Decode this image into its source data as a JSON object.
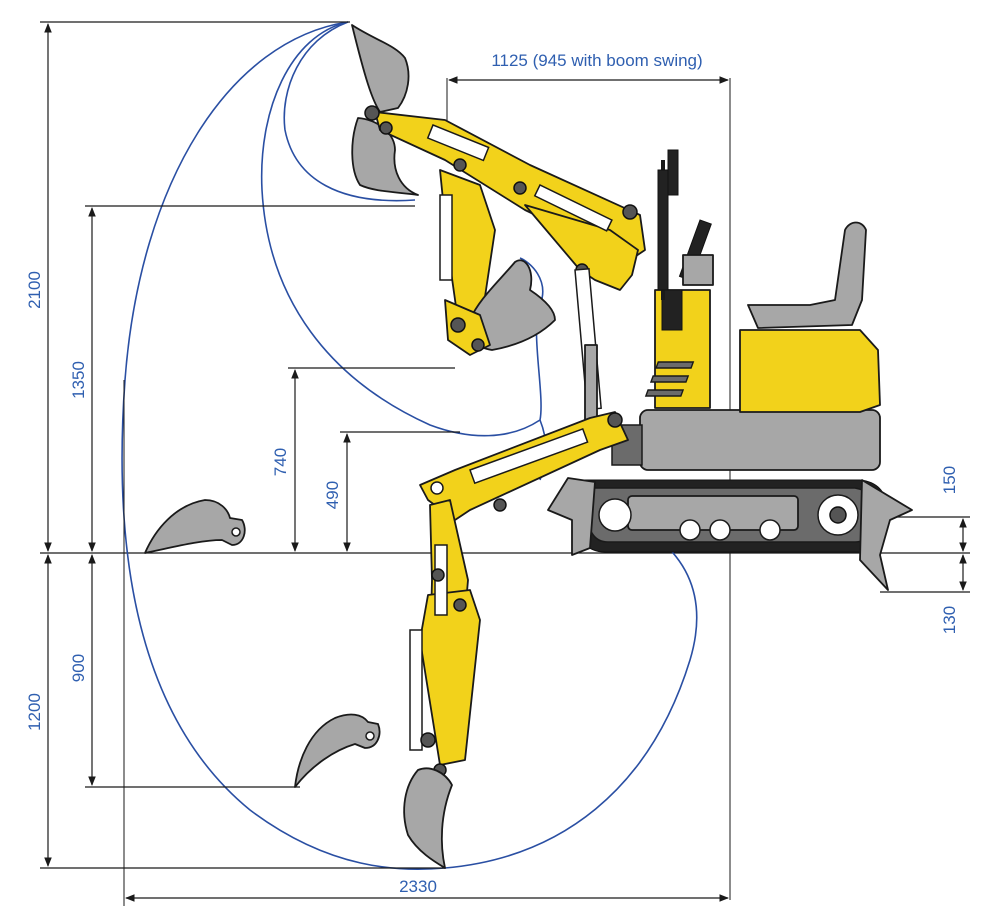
{
  "dimensions": {
    "dig_height": "2100",
    "dump_height": "1350",
    "height_740": "740",
    "height_490": "490",
    "blade_lift": "150",
    "blade_depth": "130",
    "vertical_wall_depth": "900",
    "dig_depth": "1200",
    "reach": "2330",
    "tail_swing": "1125 (945 with boom swing)"
  },
  "colors": {
    "machine": "#f2d21b",
    "bucket": "#a7a7a7",
    "dimension_text": "#2f5fb0",
    "reach_curve": "#2a4fa3"
  }
}
